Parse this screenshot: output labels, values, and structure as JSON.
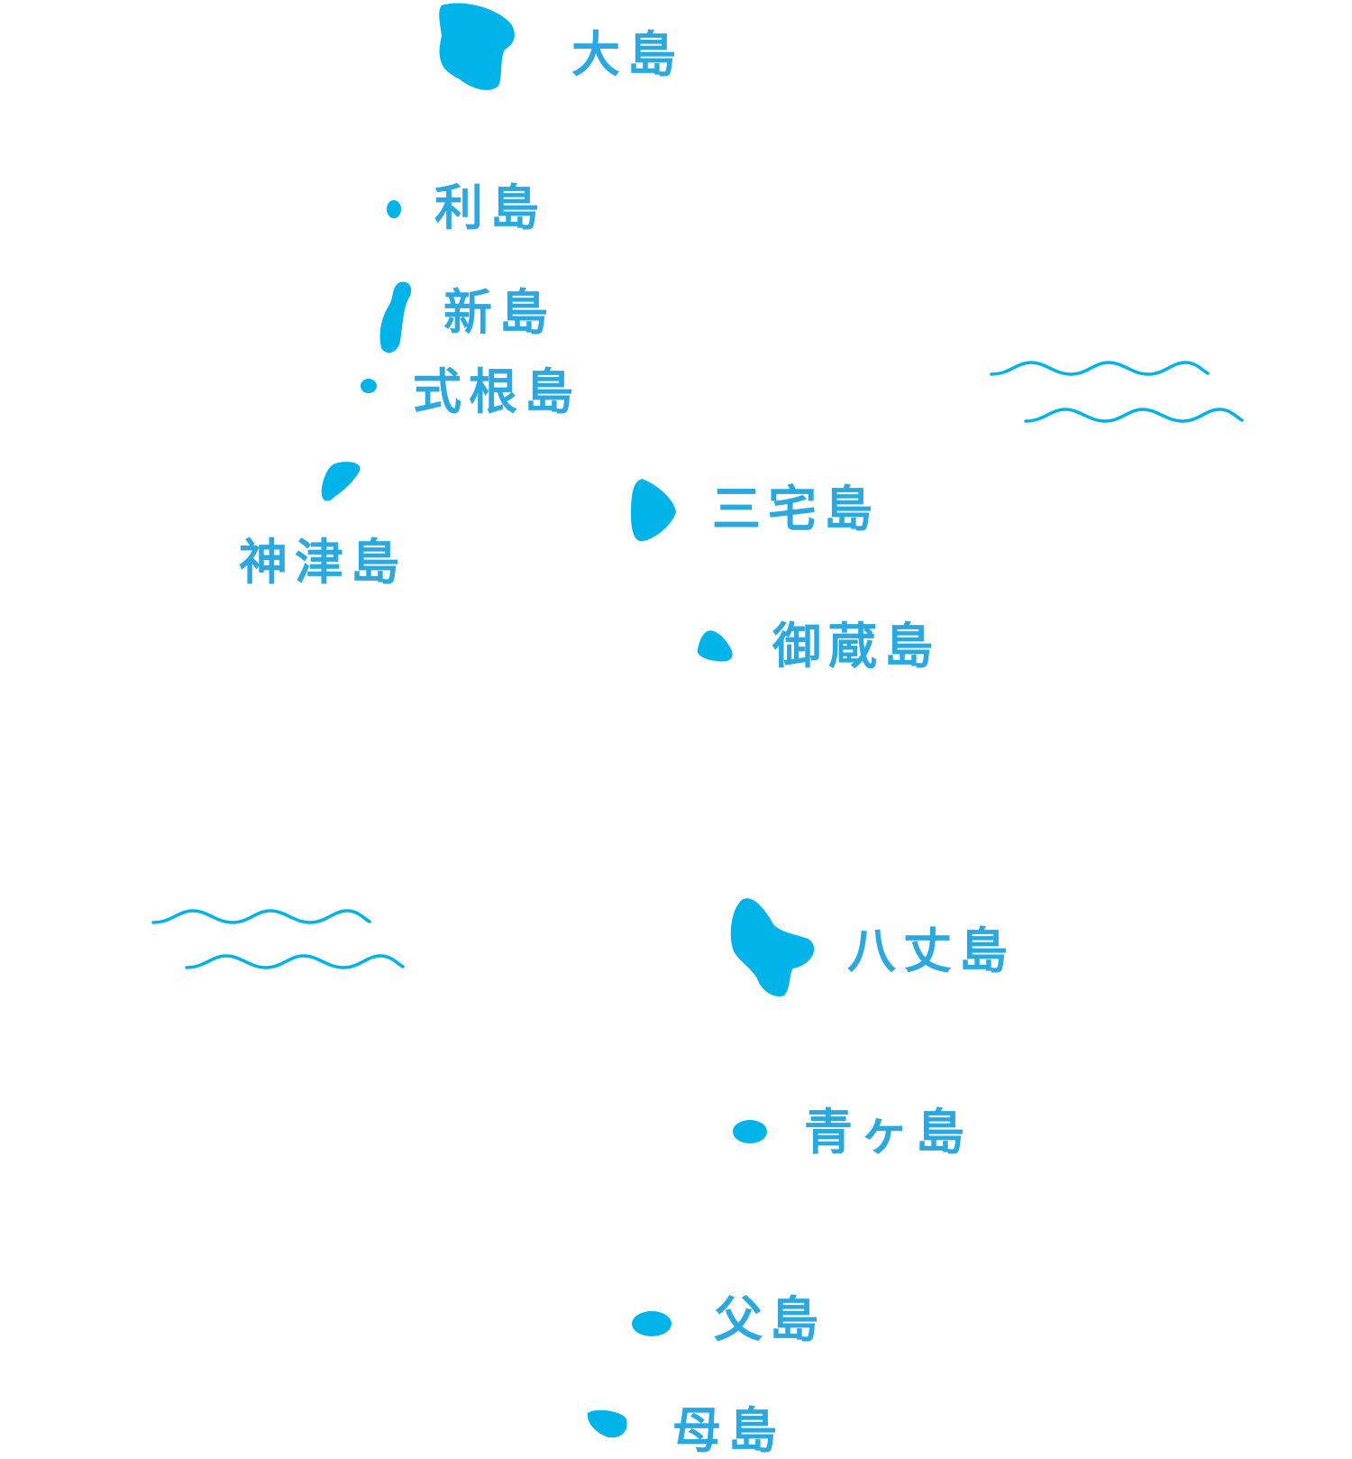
{
  "colors": {
    "island": "#00b3e8",
    "label": "#29a9e0",
    "wave": "#00b3e8",
    "background": "#ffffff"
  },
  "islands": [
    {
      "id": "oshima",
      "label": "大島"
    },
    {
      "id": "toshima",
      "label": "利島"
    },
    {
      "id": "niijima",
      "label": "新島"
    },
    {
      "id": "shikinejima",
      "label": "式根島"
    },
    {
      "id": "kozushima",
      "label": "神津島"
    },
    {
      "id": "miyakejima",
      "label": "三宅島"
    },
    {
      "id": "mikurajima",
      "label": "御蔵島"
    },
    {
      "id": "hachijojima",
      "label": "八丈島"
    },
    {
      "id": "aogashima",
      "label": "青ヶ島"
    },
    {
      "id": "chichijima",
      "label": "父島"
    },
    {
      "id": "hahajima",
      "label": "母島"
    }
  ]
}
